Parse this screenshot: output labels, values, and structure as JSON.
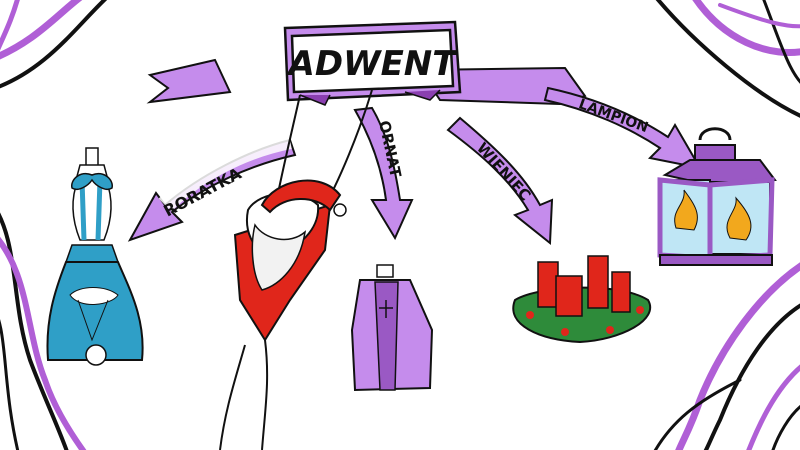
{
  "title": "ADWENT",
  "branches": [
    {
      "label": "RORATKA",
      "icon": "roratka-lantern-icon"
    },
    {
      "label": "ORNAT",
      "icon": "chasuble-icon"
    },
    {
      "label": "WIENIEC",
      "icon": "advent-wreath-icon"
    },
    {
      "label": "LAMPION",
      "icon": "lantern-icon"
    }
  ],
  "extra_icon": "hanging-santa-icon",
  "colors": {
    "accent": "#b05fd6",
    "ink": "#111111",
    "blue": "#2f9fc7",
    "red": "#e0261b",
    "green": "#2e8b3a",
    "purple_light": "#c58cec"
  }
}
